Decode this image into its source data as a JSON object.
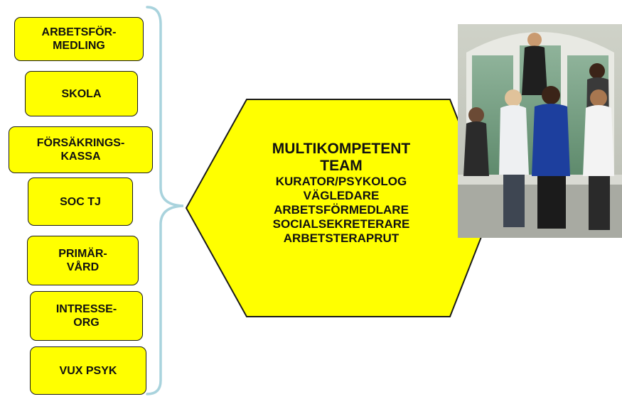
{
  "partners": [
    {
      "lines": [
        "ARBETSFÖR-",
        "MEDLING"
      ]
    },
    {
      "lines": [
        "SKOLA"
      ]
    },
    {
      "lines": [
        "FÖRSÄKRINGS-",
        "KASSA"
      ]
    },
    {
      "lines": [
        "SOC TJ"
      ]
    },
    {
      "lines": [
        "PRIMÄR-",
        "VÅRD"
      ]
    },
    {
      "lines": [
        "INTRESSE-",
        "ORG"
      ]
    },
    {
      "lines": [
        "VUX PSYK"
      ]
    }
  ],
  "team": {
    "title_line1": "MULTIKOMPETENT",
    "title_line2": "TEAM",
    "roles": [
      "KURATOR/PSYKOLOG",
      "VÄGLEDARE",
      "ARBETSFÖRMEDLARE",
      "SOCIALSEKRETERARE",
      "ARBETSTERAPRUT"
    ]
  },
  "colors": {
    "box_fill": "#ffff00",
    "brace": "#a9d3dd",
    "outline": "#1a1a1a"
  }
}
